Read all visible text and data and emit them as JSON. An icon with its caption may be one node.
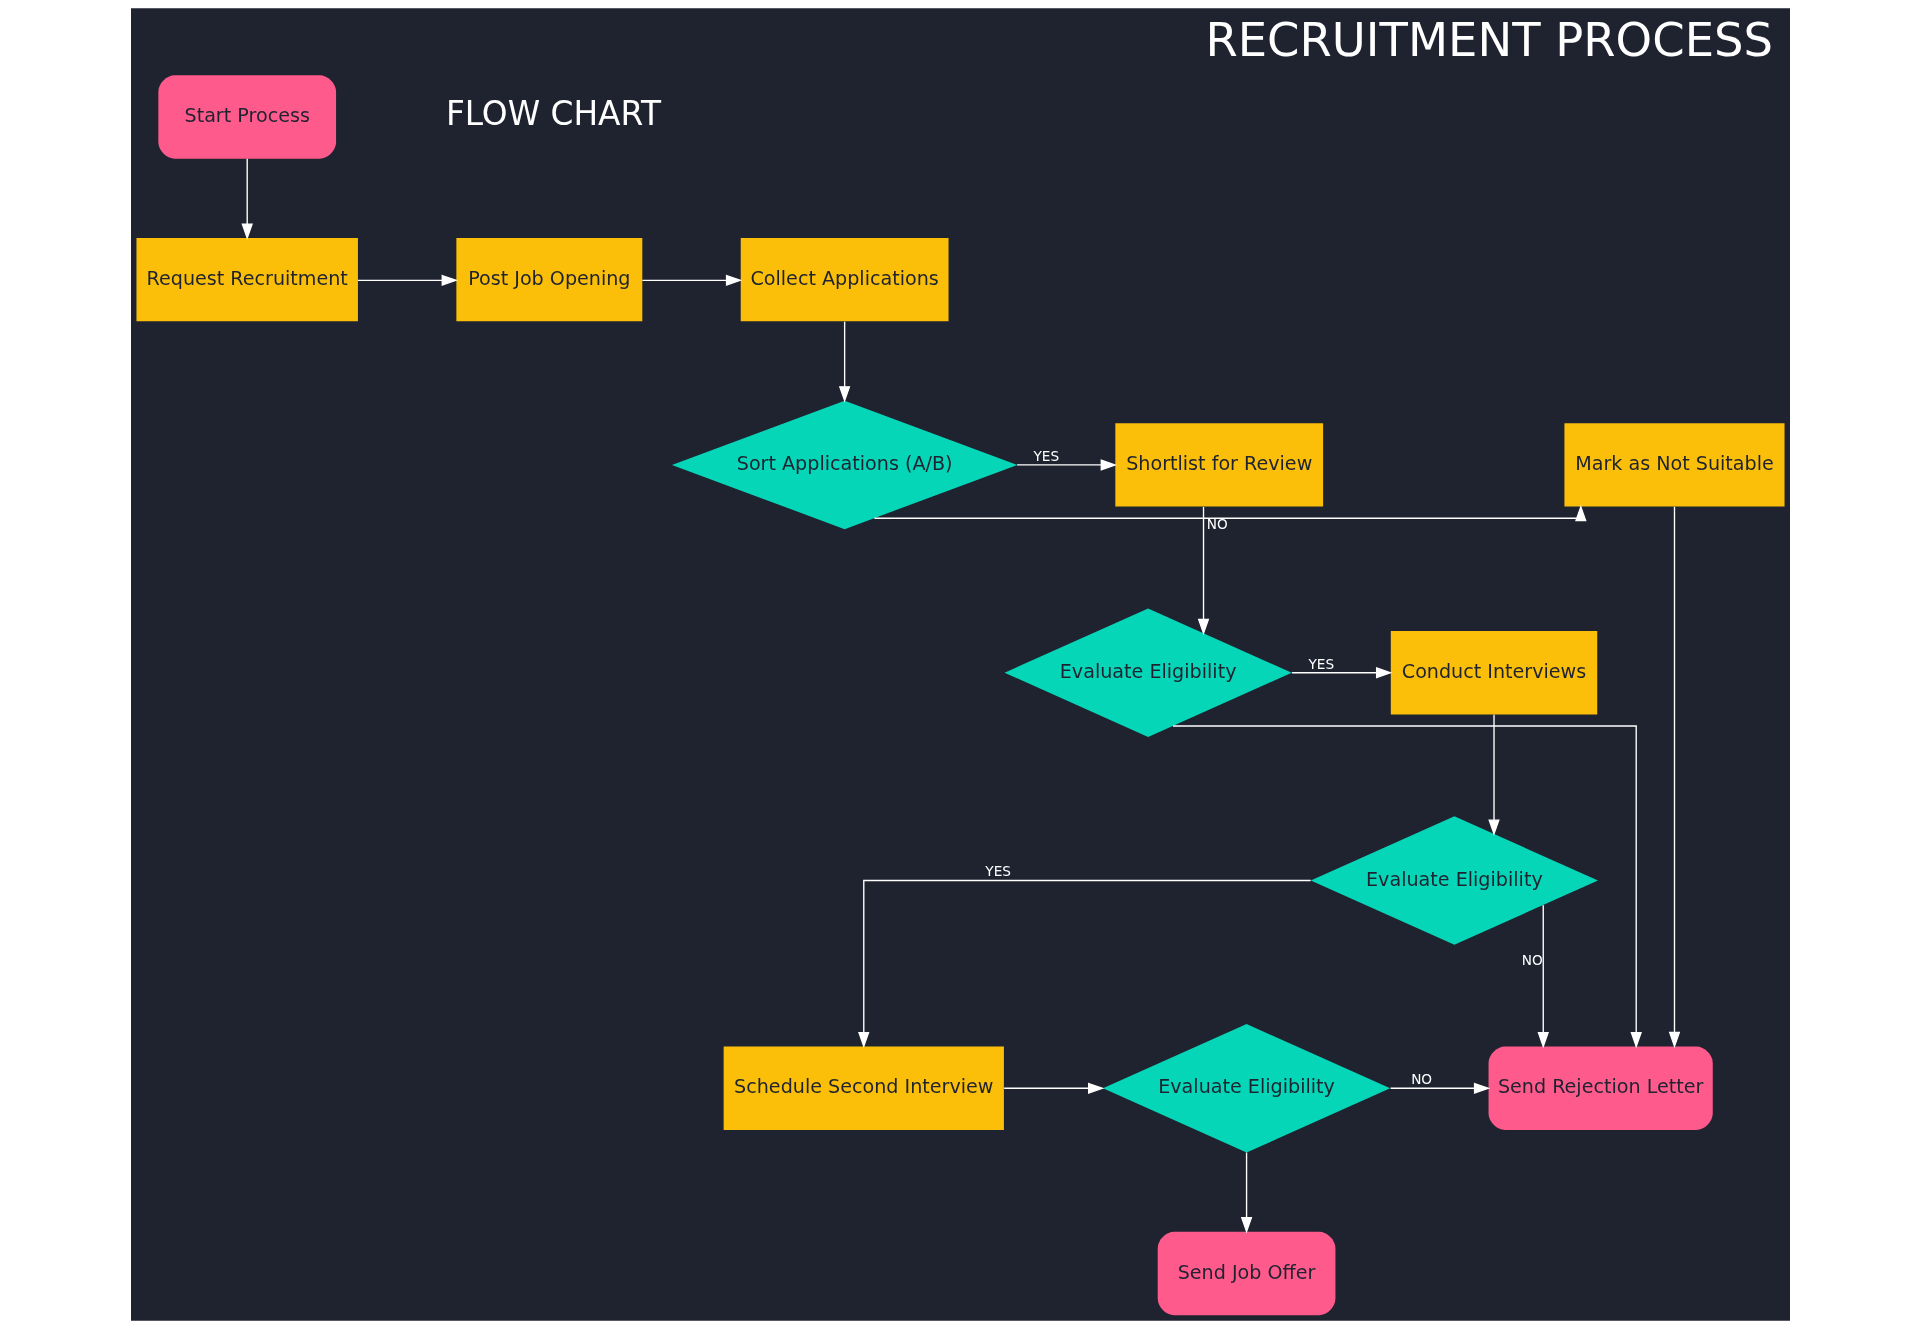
{
  "diagram": {
    "title": "RECRUITMENT PROCESS",
    "nodes": [
      {
        "text": [
          "Start Process"
        ]
      },
      {
        "text": [
          "Request Recruitment"
        ]
      },
      {
        "text": [
          "Post Job Opening"
        ]
      },
      {
        "text": [
          "Collect Applications"
        ]
      },
      {
        "text": [
          "Sort Applications (A/B)"
        ]
      },
      {
        "text": [
          "Shortlist for Review"
        ]
      },
      {
        "text": [
          "Mark as Not Suitable"
        ]
      },
      {
        "text": [
          "Evaluate Eligibility"
        ]
      },
      {
        "text": [
          "Conduct Interviews"
        ]
      },
      {
        "text": [
          "Evaluate Eligibility"
        ]
      },
      {
        "text": [
          "Schedule Second Interview"
        ]
      },
      {
        "text": [
          "Evaluate Eligibility"
        ]
      },
      {
        "text": [
          "Send Rejection Letter"
        ]
      },
      {
        "text": [
          "Send Job Offer"
        ]
      }
    ],
    "edges": [
      {
        "from": 0,
        "to": 1,
        "arrow": "to"
      },
      {
        "from": 1,
        "to": 2,
        "arrow": "to"
      },
      {
        "from": 2,
        "to": 3,
        "arrow": "to"
      },
      {
        "from": 3,
        "to": 4,
        "arrow": "to"
      },
      {
        "from": 4,
        "to": 5,
        "arrow": "to",
        "label": "YES"
      },
      {
        "from": 4,
        "to": 6,
        "arrow": "to",
        "label": "NO"
      },
      {
        "from": 5,
        "to": 7,
        "arrow": "to"
      },
      {
        "from": 7,
        "to": 8,
        "arrow": "to",
        "label": "YES"
      },
      {
        "from": 7,
        "to": 12,
        "arrow": "to"
      },
      {
        "from": 8,
        "to": 9,
        "arrow": "to"
      },
      {
        "from": 9,
        "to": 12,
        "arrow": "to",
        "label": "NO"
      },
      {
        "from": 9,
        "to": 10,
        "arrow": "to",
        "label": "YES"
      },
      {
        "from": 10,
        "to": 11,
        "arrow": "to"
      },
      {
        "from": 11,
        "to": 12,
        "arrow": "to",
        "label": "NO"
      },
      {
        "from": 6,
        "to": 12,
        "arrow": "to"
      },
      {
        "from": 11,
        "to": 13,
        "arrow": "to"
      }
    ],
    "labels": [
      "FLOW CHART"
    ]
  }
}
